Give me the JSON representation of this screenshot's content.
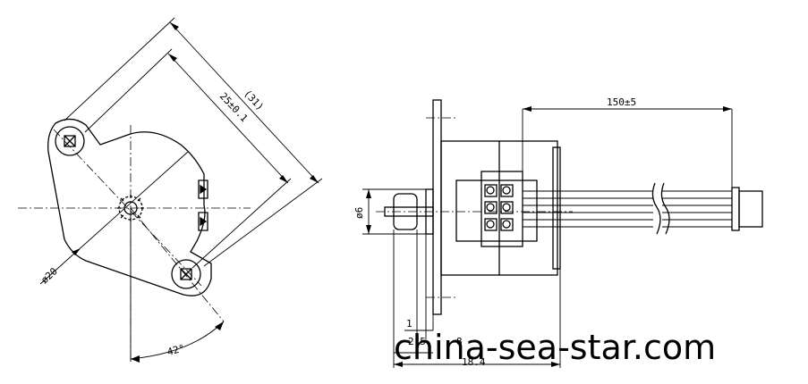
{
  "dimensions": {
    "reference_31": "(31)",
    "pitch": "25±0.1",
    "diameter_20": "ø20",
    "angle": "42°",
    "lead_length": "150±5",
    "shaft_diameter": "ø6",
    "dim_1": "1",
    "dim_2_5": "2.5",
    "dim_8": "8",
    "dim_18_4": "18.4"
  },
  "watermark": "china-sea-star.com",
  "colors": {
    "line": "#000000",
    "background": "#ffffff"
  }
}
